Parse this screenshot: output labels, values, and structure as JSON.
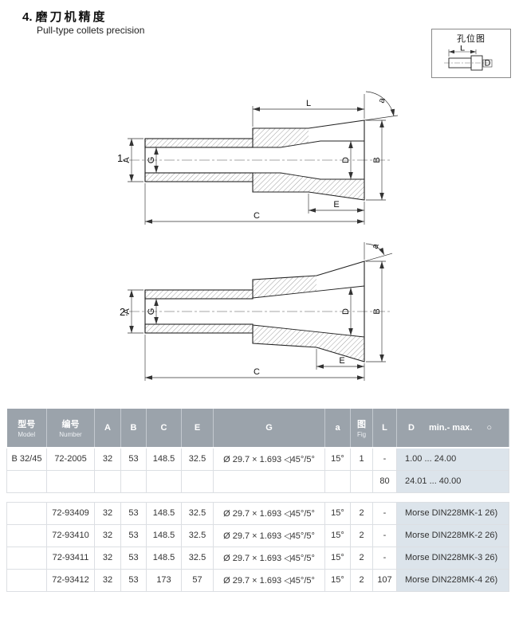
{
  "page": {
    "section_number": "4.",
    "title_zh": "磨刀机精度",
    "title_en": "Pull-type collets precision"
  },
  "inset": {
    "title": "孔位图",
    "dim_l": "L",
    "dim_d": "D"
  },
  "figures": [
    {
      "number": "1."
    },
    {
      "number": "2."
    }
  ],
  "dim_labels": {
    "L": "L",
    "a": "a",
    "A": "A",
    "G": "G",
    "D": "D",
    "B": "B",
    "E": "E",
    "C": "C"
  },
  "table": {
    "headers": {
      "model_zh": "型号",
      "model_en": "Model",
      "number_zh": "编号",
      "number_en": "Number",
      "col_a": "A",
      "col_b": "B",
      "col_c": "C",
      "col_e": "E",
      "col_g": "G",
      "col_alpha": "a",
      "fig_zh": "图",
      "fig_en": "Fig",
      "col_l": "L",
      "col_d": "D",
      "d_range": "min.- max.",
      "d_symbol": "○"
    },
    "rows": [
      {
        "model": "B 32/45",
        "number": "72-2005",
        "a": "32",
        "b": "53",
        "c": "148.5",
        "e": "32.5",
        "g": "Ø 29.7 × 1.693 ◁45°/5°",
        "alpha": "15°",
        "fig": "1",
        "l": "-",
        "d": "1.00 ... 24.00"
      },
      {
        "model": "",
        "number": "",
        "a": "",
        "b": "",
        "c": "",
        "e": "",
        "g": "",
        "alpha": "",
        "fig": "",
        "l": "80",
        "d": "24.01 ... 40.00"
      },
      {
        "model": "",
        "number": "72-93409",
        "a": "32",
        "b": "53",
        "c": "148.5",
        "e": "32.5",
        "g": "Ø 29.7 × 1.693 ◁45°/5°",
        "alpha": "15°",
        "fig": "2",
        "l": "-",
        "d": "Morse DIN228MK-1 26)"
      },
      {
        "model": "",
        "number": "72-93410",
        "a": "32",
        "b": "53",
        "c": "148.5",
        "e": "32.5",
        "g": "Ø 29.7 × 1.693 ◁45°/5°",
        "alpha": "15°",
        "fig": "2",
        "l": "-",
        "d": "Morse DIN228MK-2 26)"
      },
      {
        "model": "",
        "number": "72-93411",
        "a": "32",
        "b": "53",
        "c": "148.5",
        "e": "32.5",
        "g": "Ø 29.7 × 1.693 ◁45°/5°",
        "alpha": "15°",
        "fig": "2",
        "l": "-",
        "d": "Morse DIN228MK-3 26)"
      },
      {
        "model": "",
        "number": "72-93412",
        "a": "32",
        "b": "53",
        "c": "173",
        "e": "57",
        "g": "Ø 29.7 × 1.693 ◁45°/5°",
        "alpha": "15°",
        "fig": "2",
        "l": "107",
        "d": "Morse DIN228MK-4 26)"
      }
    ]
  }
}
